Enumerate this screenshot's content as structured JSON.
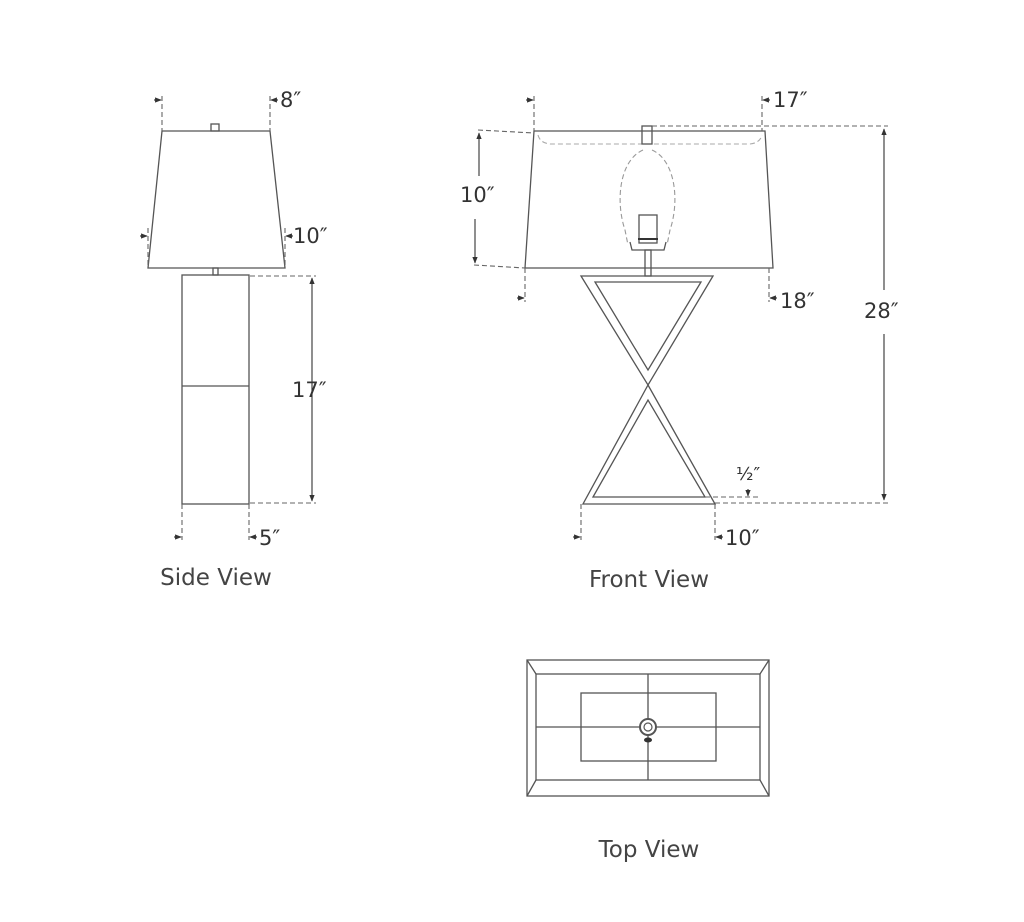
{
  "side_view": {
    "title": "Side View",
    "dims": {
      "top_width": "8″",
      "shade_bottom": "10″",
      "body_height": "17″",
      "base_depth": "5″"
    }
  },
  "front_view": {
    "title": "Front View",
    "dims": {
      "shade_top": "17″",
      "shade_height": "10″",
      "shade_bottom": "18″",
      "overall_height": "28″",
      "base_thickness": "½″",
      "base_width": "10″"
    }
  },
  "top_view": {
    "title": "Top View"
  },
  "colors": {
    "line": "#555555",
    "text": "#333333"
  }
}
